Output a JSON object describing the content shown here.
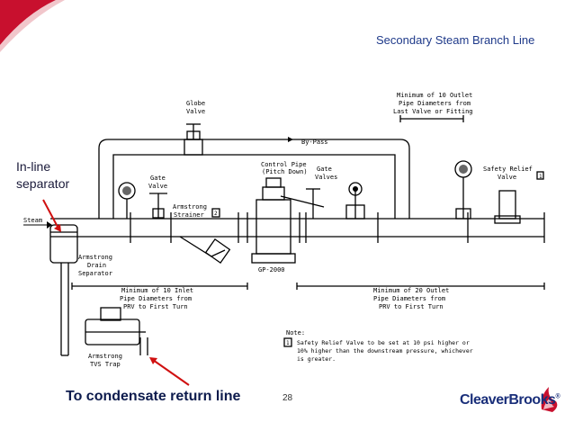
{
  "slide": {
    "title": "Secondary Steam Branch Line",
    "page_number": "28",
    "brand": "CleaverBrooks",
    "brand_mark": "®"
  },
  "callouts": {
    "separator": [
      "In-line",
      "separator"
    ],
    "condensate": "To condensate return line"
  },
  "diagram": {
    "globe_valve": [
      "Globe",
      "Valve"
    ],
    "bypass": "By-Pass",
    "min_outlet_top": [
      "Minimum of 10 Outlet",
      "Pipe Diameters from",
      "Last Valve or Fitting"
    ],
    "control_pipe": [
      "Control Pipe",
      "(Pitch Down)"
    ],
    "gate_valves": [
      "Gate",
      "Valves"
    ],
    "gate_valve": [
      "Gate",
      "Valve"
    ],
    "safety_relief": [
      "Safety Relief",
      "Valve"
    ],
    "note_marker": "1",
    "strainer_marker": "2",
    "steam": "Steam",
    "armstrong_strainer": [
      "Armstrong",
      "Strainer"
    ],
    "armstrong_separator": [
      "Armstrong",
      "Drain",
      "Separator"
    ],
    "gp_label": "GP-2000",
    "min_inlet": [
      "Minimum of 10 Inlet",
      "Pipe Diameters from",
      "PRV to First Turn"
    ],
    "min_outlet_bottom": [
      "Minimum of 20 Outlet",
      "Pipe Diameters from",
      "PRV to First Turn"
    ],
    "tvs_trap": [
      "Armstrong",
      "TVS Trap"
    ],
    "note_title": "Note:",
    "note_lines": [
      "Safety Relief Valve to be set at 10 psi higher or",
      "10% higher than the downstream pressure, whichever",
      "is greater."
    ]
  },
  "colors": {
    "accent_red": "#c8102e",
    "title_blue": "#1f3a8a",
    "brand_blue": "#1a2f7a",
    "arrow_red": "#d01010"
  }
}
